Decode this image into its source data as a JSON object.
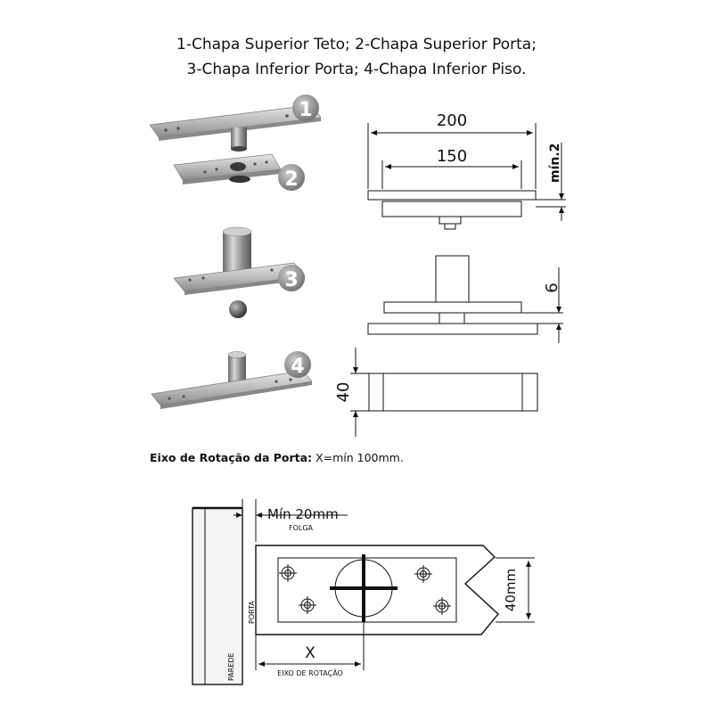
{
  "caption": {
    "line1": "1-Chapa Superior Teto; 2-Chapa Superior Porta;",
    "line2": "3-Chapa Inferior Porta; 4-Chapa Inferior Piso."
  },
  "parts": {
    "badge1": "1",
    "badge2": "2",
    "badge3": "3",
    "badge4": "4"
  },
  "top_drawing": {
    "dim_200": "200",
    "dim_150": "150",
    "dim_min2": "mín.2"
  },
  "mid_drawing": {
    "dim_6": "6"
  },
  "plate_drawing": {
    "dim_40": "40"
  },
  "eixo": {
    "label": "Eixo de Rotação da Porta:",
    "value": "X=mín 100mm."
  },
  "plan": {
    "min20": "Mín 20mm",
    "folga": "FOLGA",
    "porta": "PORTA",
    "parede": "PAREDE",
    "x": "X",
    "eixo_rotacao": "EIXO DE ROTAÇÃO",
    "dim_40mm": "40mm"
  }
}
